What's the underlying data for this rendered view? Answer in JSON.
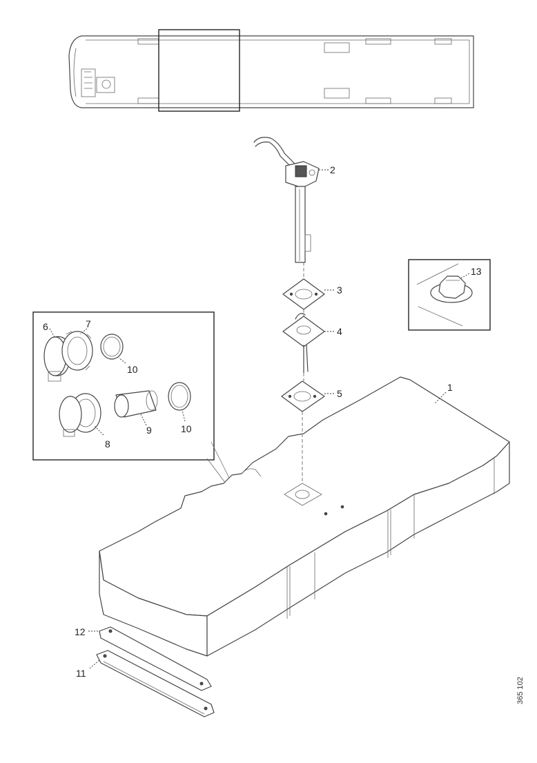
{
  "callouts": {
    "c1": "1",
    "c2": "2",
    "c3": "3",
    "c4": "4",
    "c5": "5",
    "c6": "6",
    "c7": "7",
    "c8": "8",
    "c9": "9",
    "c10a": "10",
    "c10b": "10",
    "c11": "11",
    "c12": "12",
    "c13": "13"
  },
  "ref_code": "365 102"
}
